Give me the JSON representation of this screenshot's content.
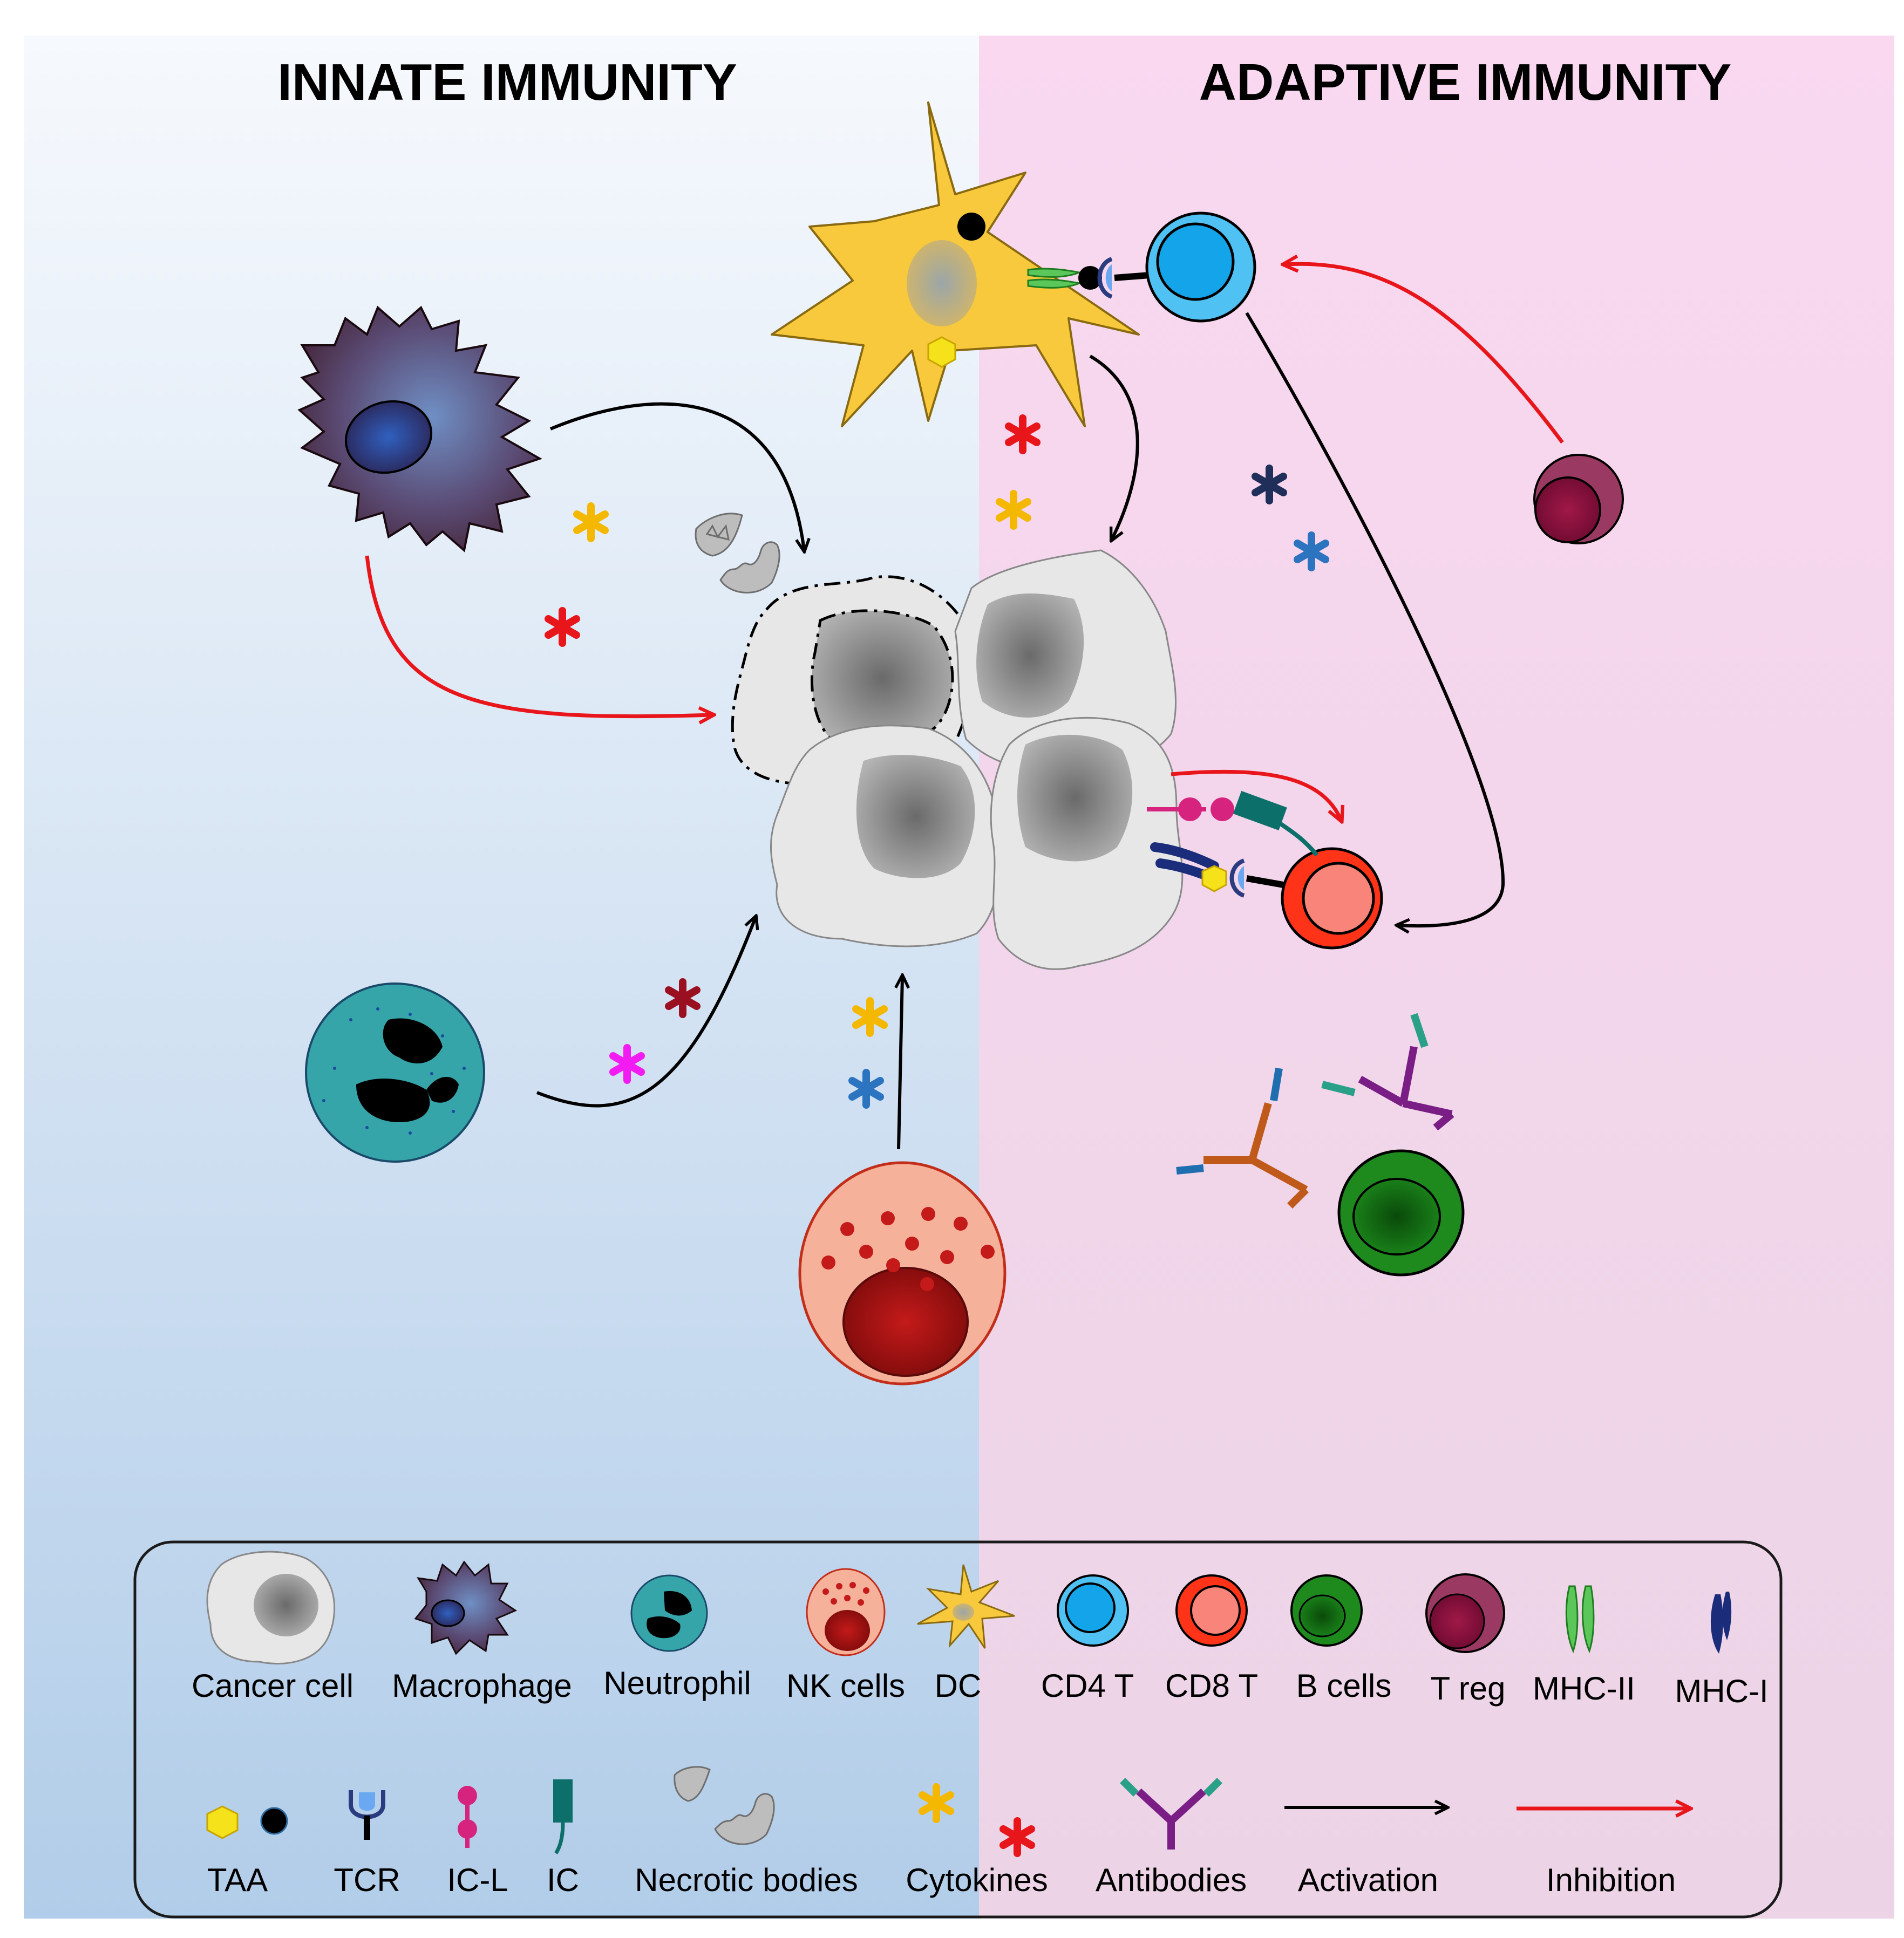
{
  "headers": {
    "innate": "INNATE IMMUNITY",
    "adaptive": "ADAPTIVE IMMUNITY"
  },
  "legend": {
    "row1": [
      "Cancer cell",
      "Macrophage",
      "Neutrophil",
      "NK cells",
      "DC",
      "CD4 T",
      "CD8 T",
      "B cells",
      "T reg",
      "MHC-II",
      "MHC-I"
    ],
    "row2": [
      "TAA",
      "TCR",
      "IC-L",
      "IC",
      "Necrotic bodies",
      "Cytokines",
      "Antibodies",
      "Activation",
      "Inhibition"
    ]
  },
  "colors": {
    "activation": "#000000",
    "inhibition": "#e8161b",
    "cytokine_yellow": "#f5b800",
    "cytokine_red": "#e8161b",
    "cytokine_navy": "#1f2f5a",
    "cytokine_blue": "#2c74c0",
    "cytokine_darkred": "#9a1020",
    "cytokine_magenta": "#f21cf2",
    "innate_bg": "#c6d8ee",
    "adaptive_bg": "#f3d6ec"
  }
}
